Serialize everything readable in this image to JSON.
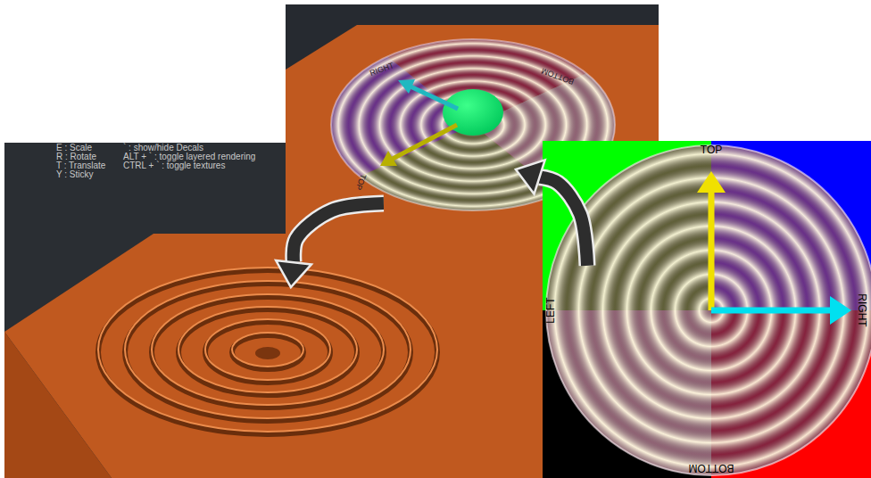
{
  "diagram": {
    "nodes": [
      {
        "text": [
          "RIGHT",
          "BOTTOM",
          "TOP"
        ]
      },
      {
        "text": [
          "E : Scale",
          "R : Rotate",
          "T : Translate",
          "Y : Sticky",
          "` : show/hide Decals",
          "ALT + ` : toggle layered rendering",
          "CTRL + ` : toggle textures"
        ]
      },
      {
        "text": [
          "TOP",
          "RIGHT",
          "LEFT",
          "BOTTOM"
        ]
      }
    ],
    "edges": [
      {
        "from": 2,
        "to": 0,
        "arrow": "to"
      },
      {
        "from": 0,
        "to": 1,
        "arrow": "to"
      }
    ]
  }
}
